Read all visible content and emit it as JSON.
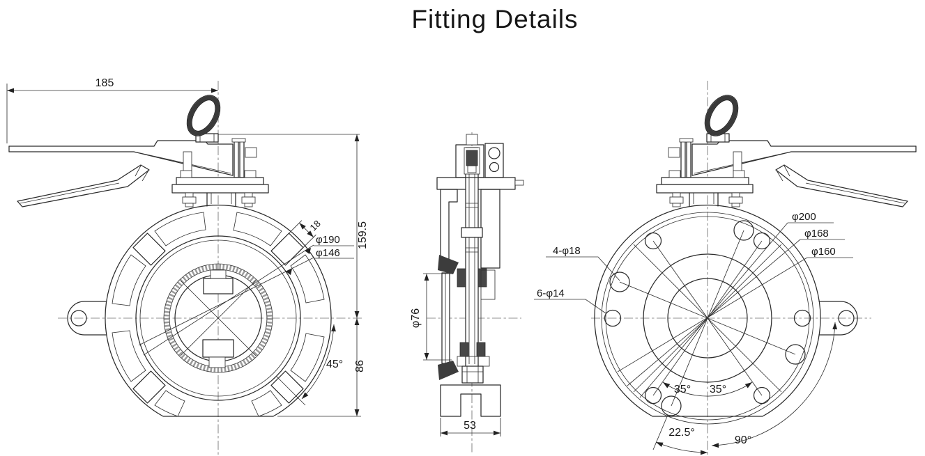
{
  "title": "Fitting Details",
  "front_view": {
    "handle_length": "185",
    "overall_height": "159.5",
    "center_to_bottom": "86",
    "slot_angle": "45°",
    "slot_width": "18",
    "flange_diameter": "φ190",
    "inner_diameter": "φ146"
  },
  "side_view": {
    "disc_diameter": "φ76",
    "body_width": "53"
  },
  "rear_view": {
    "outer_diameter": "φ200",
    "bolt_circle_diameter": "φ168",
    "pilot_circle_diameter": "φ160",
    "large_holes": "4-φ18",
    "small_holes": "6-φ14",
    "angle_left": "35°",
    "angle_right": "35°",
    "angle_bottom": "22.5°",
    "angle_quarter": "90°"
  }
}
